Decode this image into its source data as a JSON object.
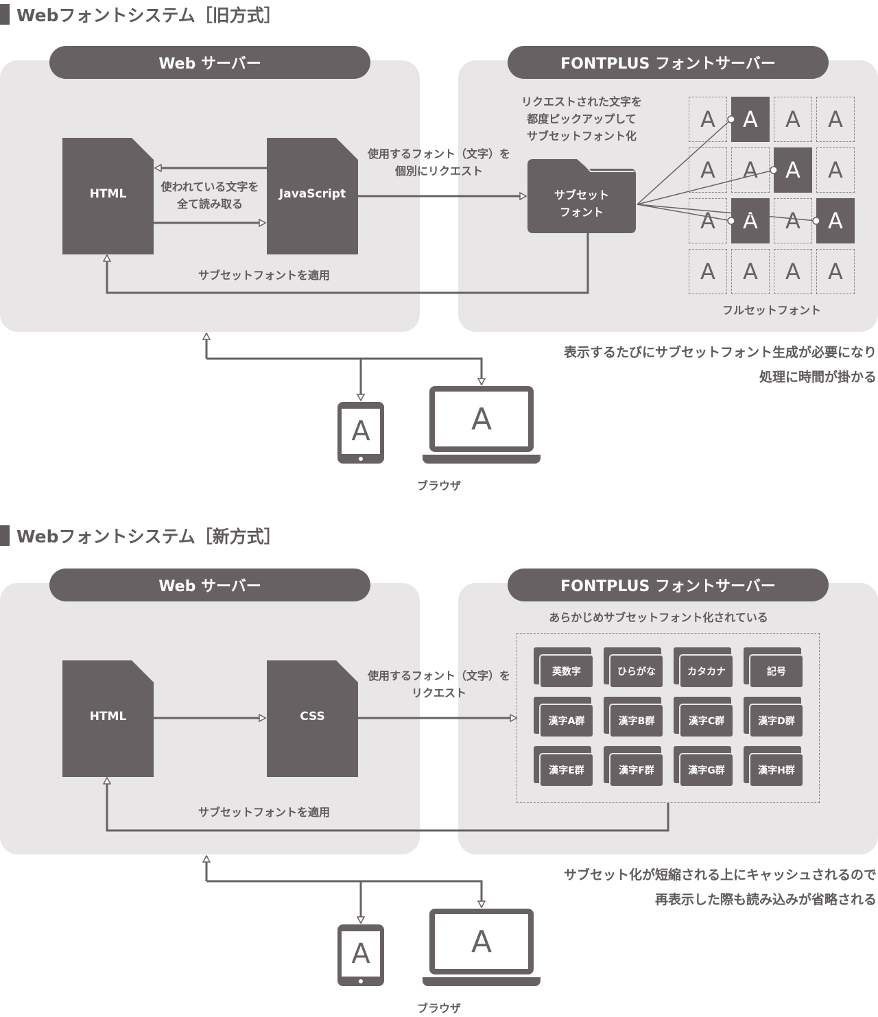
{
  "old": {
    "title": "Webフォントシステム［旧方式］",
    "web_server": "Web サーバー",
    "font_server": "FONTPLUS フォントサーバー",
    "html_doc": "HTML",
    "js_doc": "JavaScript",
    "read_label": "使われている文字を\n全て読み取る",
    "request_label": "使用するフォント（文字）を\n個別にリクエスト",
    "pickup_label": "リクエストされた文字を\n都度ピックアップして\nサブセットフォント化",
    "subset_folder": "サブセット\nフォント",
    "fullset_label": "フルセットフォント",
    "apply_label": "サブセットフォントを適用",
    "glyph": "A",
    "note": "表示するたびにサブセットフォント生成が必要になり\n処理に時間が掛かる",
    "browser_label": "ブラウザ"
  },
  "new": {
    "title": "Webフォントシステム［新方式］",
    "web_server": "Web サーバー",
    "font_server": "FONTPLUS フォントサーバー",
    "html_doc": "HTML",
    "css_doc": "CSS",
    "request_label": "使用するフォント（文字）を\nリクエスト",
    "presubset_label": "あらかじめサブセットフォント化されている",
    "folders": [
      "英数字",
      "ひらがな",
      "カタカナ",
      "記号",
      "漢字A群",
      "漢字B群",
      "漢字C群",
      "漢字D群",
      "漢字E群",
      "漢字F群",
      "漢字G群",
      "漢字H群"
    ],
    "apply_label": "サブセットフォントを適用",
    "glyph": "A",
    "note": "サブセット化が短縮される上にキャッシュされるので\n再表示した際も読み込みが省略される",
    "browser_label": "ブラウザ"
  },
  "colors": {
    "dark": "#676163",
    "panel": "#e8e6e7",
    "text": "#5f5a5c"
  }
}
